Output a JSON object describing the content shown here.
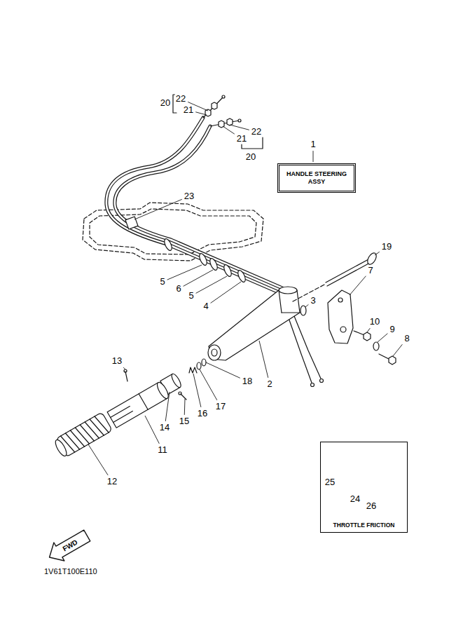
{
  "diagram": {
    "nodes": [
      {
        "text": [
          "HANDLE STEERING ASSY"
        ]
      },
      {
        "text": [
          "THROTTLE FRICTION"
        ]
      }
    ],
    "labels": [
      "20",
      "22",
      "21",
      "22",
      "21",
      "20",
      "1",
      "23",
      "19",
      "5",
      "6",
      "5",
      "4",
      "3",
      "7",
      "10",
      "9",
      "8",
      "2",
      "13",
      "18",
      "17",
      "16",
      "15",
      "14",
      "11",
      "12",
      "25",
      "24",
      "26",
      "FWD",
      "1V61T100E110"
    ]
  }
}
